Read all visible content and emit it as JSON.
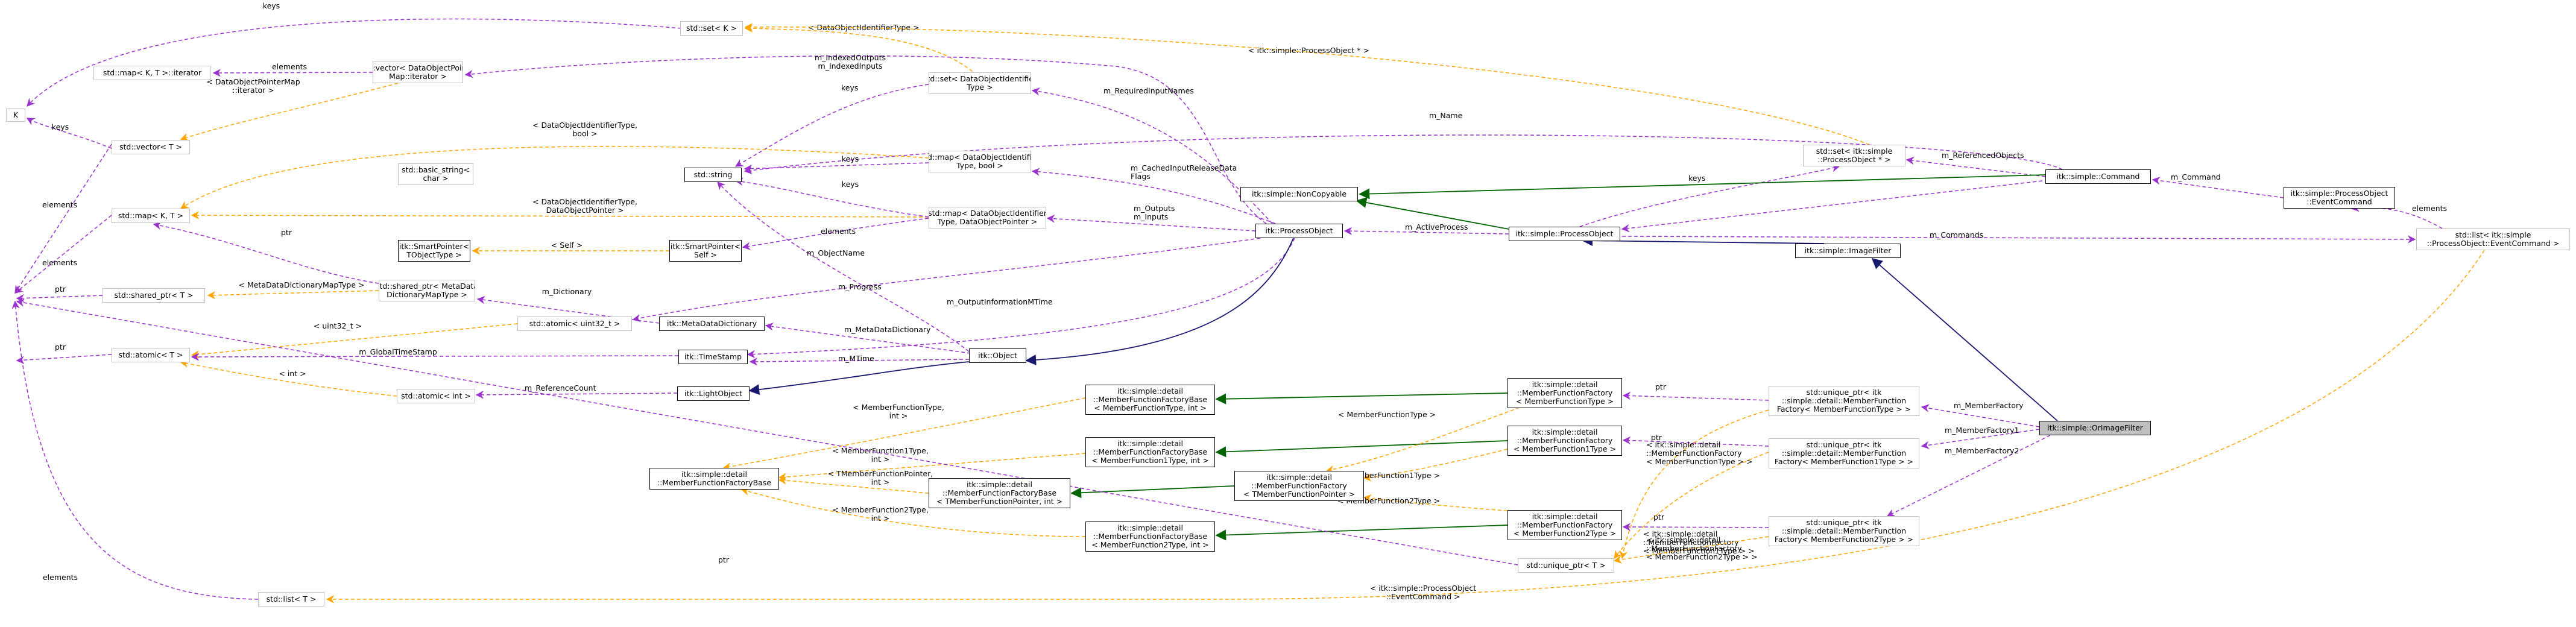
{
  "colors": {
    "usage": "#9a32cd",
    "template": "#ffa500",
    "public_inheritance": "#191970",
    "protected_inheritance": "#006400",
    "ghost_border": "#bfbfbf",
    "focus_fill": "#bfbfbf"
  },
  "nodes": {
    "k": [
      "K"
    ],
    "set_k": [
      "std::set< K >"
    ],
    "vector_dopmi": [
      "std::vector< DataObjectPointer",
      "Map::iterator >"
    ],
    "map_iterator": [
      "std::map< K, T >::iterator"
    ],
    "vector_t": [
      "std::vector< T >"
    ],
    "map_kt": [
      "std::map< K, T >"
    ],
    "basic_string": [
      "std::basic_string<",
      "char >"
    ],
    "string": [
      "std::string"
    ],
    "set_dataobjectid": [
      "std::set< DataObjectIdentifier",
      "Type >"
    ],
    "map_doid_bool": [
      "std::map< DataObjectIdentifier",
      "Type, bool >"
    ],
    "map_doid_ptr": [
      "std::map< DataObjectIdentifier",
      "Type, DataObjectPointer >"
    ],
    "smartpointer_t": [
      "itk::SmartPointer<",
      "TObjectType >"
    ],
    "smartpointer_self": [
      "itk::SmartPointer<",
      "Self >"
    ],
    "shared_ptr_t": [
      "std::shared_ptr< T >"
    ],
    "shared_ptr_mdd": [
      "std::shared_ptr< MetaData",
      "DictionaryMapType >"
    ],
    "atomic_uint32": [
      "std::atomic< uint32_t >"
    ],
    "metadatadictionary": [
      "itk::MetaDataDictionary"
    ],
    "atomic_t": [
      "std::atomic< T >"
    ],
    "timestamp": [
      "itk::TimeStamp"
    ],
    "atomic_int": [
      "std::atomic< int >"
    ],
    "lightobject": [
      "itk::LightObject"
    ],
    "object": [
      "itk::Object"
    ],
    "processobject": [
      "itk::ProcessObject"
    ],
    "noncopyable": [
      "itk::simple::NonCopyable"
    ],
    "simple_processobject": [
      "itk::simple::ProcessObject"
    ],
    "imagefilter": [
      "itk::simple::ImageFilter"
    ],
    "orimagefilter": [
      "itk::simple::OrImageFilter"
    ],
    "set_processobject_ptr": [
      "std::set< itk::simple",
      "::ProcessObject * >"
    ],
    "command": [
      "itk::simple::Command"
    ],
    "eventcommand": [
      "itk::simple::ProcessObject",
      "::EventCommand"
    ],
    "list_eventcommand": [
      "std::list< itk::simple",
      "::ProcessObject::EventCommand >"
    ],
    "list_t": [
      "std::list< T >"
    ],
    "unique_ptr_t": [
      "std::unique_ptr< T >"
    ],
    "mff_base": [
      "itk::simple::detail",
      "::MemberFunctionFactoryBase"
    ],
    "mffb_mft": [
      "itk::simple::detail",
      "::MemberFunctionFactoryBase",
      "< MemberFunctionType, int >"
    ],
    "mffb_mf1t": [
      "itk::simple::detail",
      "::MemberFunctionFactoryBase",
      "< MemberFunction1Type, int >"
    ],
    "mffb_tmfp": [
      "itk::simple::detail",
      "::MemberFunctionFactoryBase",
      "< TMemberFunctionPointer, int >"
    ],
    "mffb_mf2t": [
      "itk::simple::detail",
      "::MemberFunctionFactoryBase",
      "< MemberFunction2Type, int >"
    ],
    "mff_tmfp": [
      "itk::simple::detail",
      "::MemberFunctionFactory",
      "< TMemberFunctionPointer >"
    ],
    "mff_mft": [
      "itk::simple::detail",
      "::MemberFunctionFactory",
      "< MemberFunctionType >"
    ],
    "mff_mf1t": [
      "itk::simple::detail",
      "::MemberFunctionFactory",
      "< MemberFunction1Type >"
    ],
    "mff_mf2t": [
      "itk::simple::detail",
      "::MemberFunctionFactory",
      "< MemberFunction2Type >"
    ],
    "unique_mft": [
      "std::unique_ptr< itk",
      "::simple::detail::MemberFunction",
      "Factory< MemberFunctionType > >"
    ],
    "unique_mf1t": [
      "std::unique_ptr< itk",
      "::simple::detail::MemberFunction",
      "Factory< MemberFunction1Type > >"
    ],
    "unique_mf2t": [
      "std::unique_ptr< itk",
      "::simple::detail::MemberFunction",
      "Factory< MemberFunction2Type > >"
    ]
  },
  "edge_labels": {
    "keys_top": [
      "keys"
    ],
    "doit_set": [
      "< DataObjectIdentifierType >"
    ],
    "spo_ptr": [
      "< itk::simple::ProcessObject * >"
    ],
    "elements_iter": [
      "elements"
    ],
    "dopm_iter": [
      "< DataObjectPointerMap",
      "::iterator >"
    ],
    "indexed": [
      "m_IndexedOutputs",
      "m_IndexedInputs"
    ],
    "keys_k": [
      "keys"
    ],
    "keys_setdoit": [
      "keys"
    ],
    "required": [
      "m_RequiredInputNames"
    ],
    "name": [
      "m_Name"
    ],
    "doit_bool": [
      "< DataObjectIdentifierType,",
      "bool >"
    ],
    "keys_mdb": [
      "keys"
    ],
    "cached": [
      "m_CachedInputReleaseData",
      "Flags"
    ],
    "referenced": [
      "m_ReferencedObjects"
    ],
    "m_command": [
      "m_Command"
    ],
    "keys_spo": [
      "keys"
    ],
    "elements_vec": [
      "elements"
    ],
    "doit_dop": [
      "< DataObjectIdentifierType,",
      "DataObjectPointer >"
    ],
    "keys_mdp": [
      "keys"
    ],
    "outputs_inputs": [
      "m_Outputs",
      "m_Inputs"
    ],
    "active": [
      "m_ActiveProcess"
    ],
    "elements_list": [
      "elements"
    ],
    "commands": [
      "m_Commands"
    ],
    "ptr_mdd": [
      "ptr"
    ],
    "self": [
      "< Self >"
    ],
    "elements_mdp": [
      "elements"
    ],
    "objectname": [
      "m_ObjectName"
    ],
    "elements_map": [
      "elements"
    ],
    "mdd_maptype": [
      "< MetaDataDictionaryMapType >"
    ],
    "progress": [
      "m_Progress"
    ],
    "outinfo": [
      "m_OutputInformationMTime"
    ],
    "dictionary": [
      "m_Dictionary"
    ],
    "ptr_sp": [
      "ptr"
    ],
    "uint32": [
      "< uint32_t >"
    ],
    "metadict": [
      "m_MetaDataDictionary"
    ],
    "ptr_atomic": [
      "ptr"
    ],
    "globaltime": [
      "m_GlobalTimeStamp"
    ],
    "mtime": [
      "m_MTime"
    ],
    "int_lbl": [
      "< int >"
    ],
    "refcount": [
      "m_ReferenceCount"
    ],
    "mft_int": [
      "< MemberFunctionType,",
      "int >"
    ],
    "mf1t_int": [
      "< MemberFunction1Type,",
      "int >"
    ],
    "tmfp_int": [
      "< TMemberFunctionPointer,",
      "int >"
    ],
    "mf2t_int": [
      "< MemberFunction2Type,",
      "int >"
    ],
    "mft": [
      "< MemberFunctionType >"
    ],
    "mf1t": [
      "< MemberFunction1Type >"
    ],
    "mf2t": [
      "< MemberFunction2Type >"
    ],
    "ptr_u1": [
      "ptr"
    ],
    "ptr_u2": [
      "ptr"
    ],
    "ptr_u3": [
      "ptr"
    ],
    "factory": [
      "m_MemberFactory"
    ],
    "factory1": [
      "m_MemberFactory1"
    ],
    "factory2": [
      "m_MemberFactory2"
    ],
    "u_mf1t": [
      "< itk::simple::detail",
      "::MemberFunctionFactory",
      "< MemberFunction1Type > >"
    ],
    "u_mf2t": [
      "< itk::simple::detail",
      "::MemberFunctionFactory",
      "< MemberFunction2Type > >"
    ],
    "u_mft": [
      "< itk::simple::detail",
      "::MemberFunctionFactory",
      "< MemberFunctionType > >"
    ],
    "ptr_unique": [
      "ptr"
    ],
    "elements_listt": [
      "elements"
    ],
    "eventcmd": [
      "< itk::simple::ProcessObject",
      "::EventCommand >"
    ]
  }
}
